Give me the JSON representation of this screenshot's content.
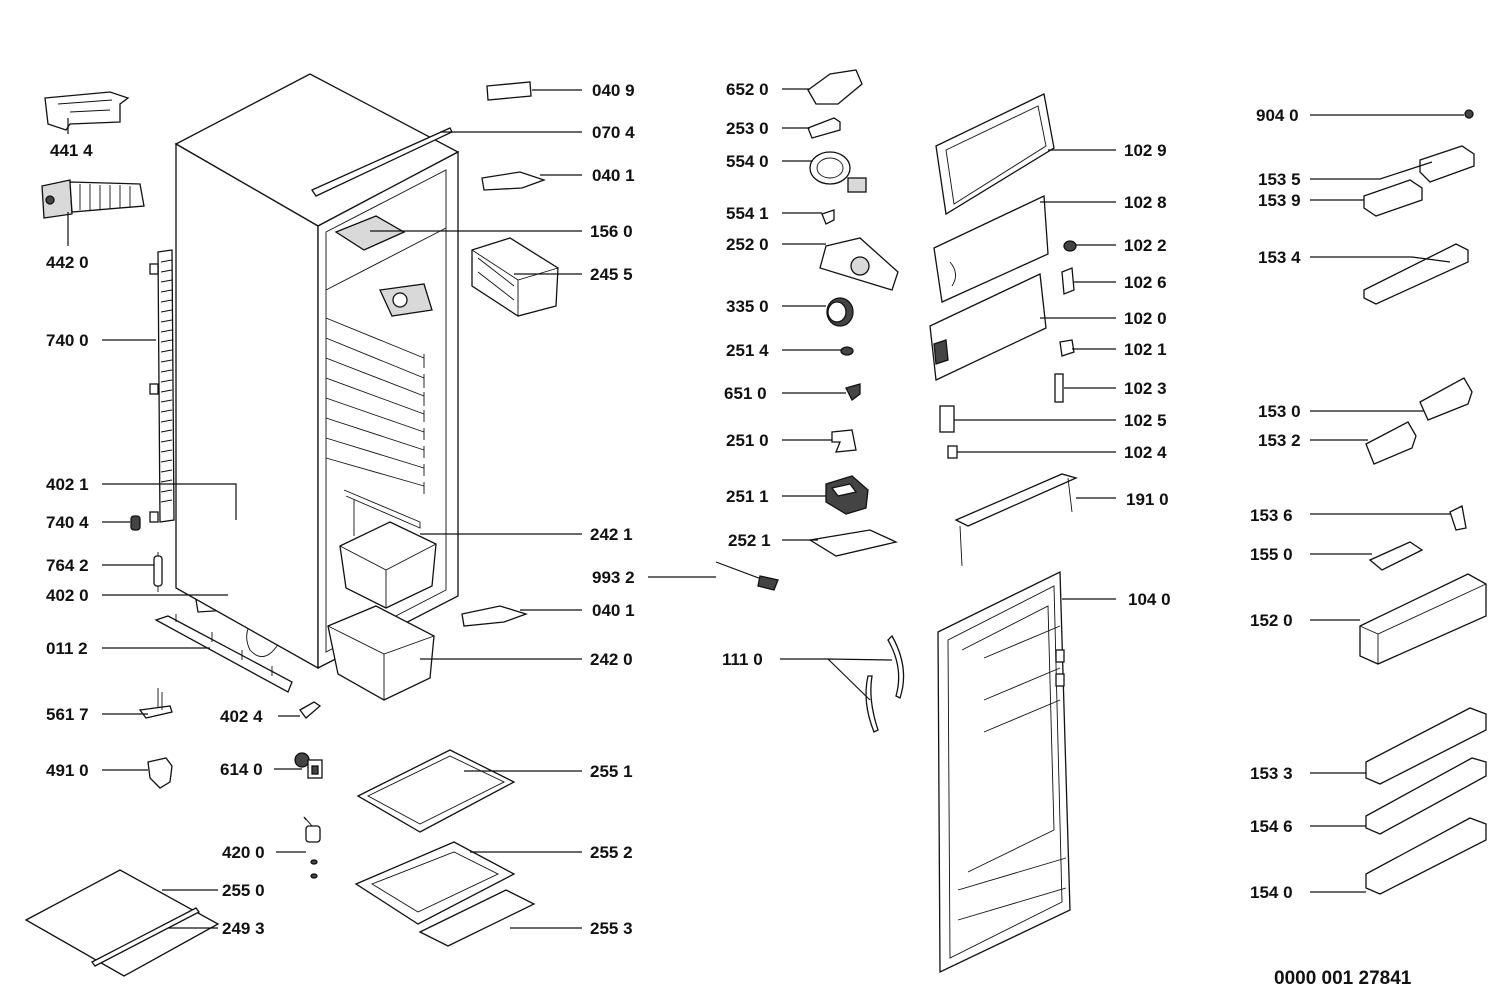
{
  "document_number": "0000 001 27841",
  "part_labels": {
    "p4414": "441 4",
    "p4420": "442 0",
    "p7400": "740 0",
    "p4021": "402 1",
    "p7404": "740 4",
    "p7642": "764 2",
    "p4020": "402 0",
    "p0112": "011 2",
    "p5617": "561 7",
    "p4024": "402 4",
    "p4910": "491 0",
    "p6140": "614 0",
    "p4200": "420 0",
    "p2550": "255 0",
    "p2493": "249 3",
    "p0409": "040 9",
    "p0704": "070 4",
    "p0401a": "040 1",
    "p1560": "156 0",
    "p2455": "245 5",
    "p2421": "242 1",
    "p9932": "993 2",
    "p0401b": "040 1",
    "p2420": "242 0",
    "p2551": "255 1",
    "p2552": "255 2",
    "p2553": "255 3",
    "p6520": "652 0",
    "p2530": "253 0",
    "p5540": "554 0",
    "p5541": "554 1",
    "p2520": "252 0",
    "p3350": "335 0",
    "p2514": "251 4",
    "p6510": "651 0",
    "p2510": "251 0",
    "p2511": "251 1",
    "p2521": "252 1",
    "p1110": "111 0",
    "p1029": "102 9",
    "p1028": "102 8",
    "p1022": "102 2",
    "p1026": "102 6",
    "p1020": "102 0",
    "p1021": "102 1",
    "p1023": "102 3",
    "p1025": "102 5",
    "p1024": "102 4",
    "p1910": "191 0",
    "p1040": "104 0",
    "p9040": "904 0",
    "p1535": "153 5",
    "p1539": "153 9",
    "p1534": "153 4",
    "p1530": "153 0",
    "p1532": "153 2",
    "p1536": "153 6",
    "p1550": "155 0",
    "p1520": "152 0",
    "p1533": "153 3",
    "p1546": "154 6",
    "p1540": "154 0"
  }
}
